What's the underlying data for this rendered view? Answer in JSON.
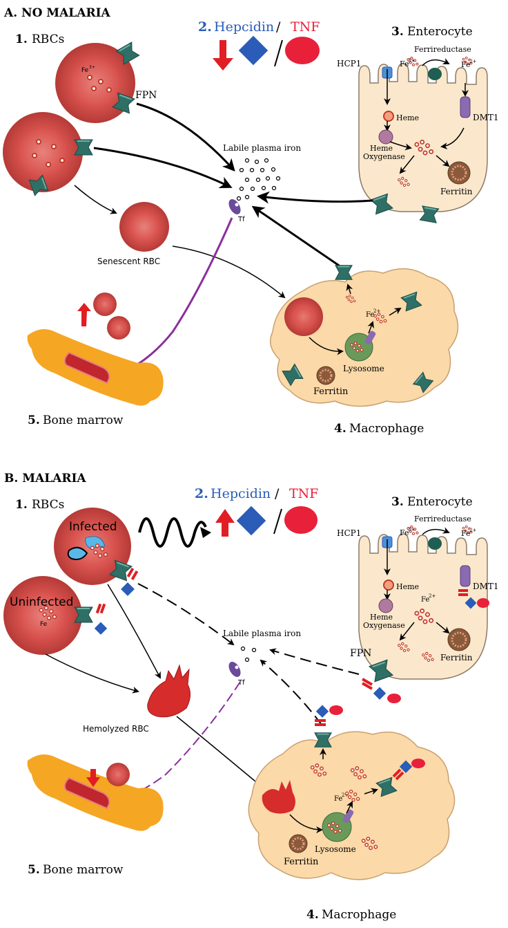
{
  "panel_a": {
    "title": "A. NO MALARIA",
    "rbcs_num": "1.",
    "rbcs_label": "RBCs",
    "hepcidin_num": "2.",
    "hepcidin_label": "Hepcidin",
    "slash": "/",
    "tnf_label": "TNF",
    "enterocyte_num": "3.",
    "enterocyte_label": "Enterocyte",
    "ferrireductase": "Ferrireductase",
    "hcp1": "HCP1",
    "fe3": "Fe",
    "fe3_sup": "3+",
    "fe2": "Fe",
    "fe2_sup": "2+",
    "heme": "Heme",
    "heme_oxygenase_1": "Heme",
    "heme_oxygenase_2": "Oxygenase",
    "dmt1": "DMT1",
    "ferritin_ent": "Ferritin",
    "fpn": "FPN",
    "rbc_fe": "Fe",
    "rbc_fe_sup": "3+",
    "labile": "Labile plasma iron",
    "tf": "Tf",
    "senescent": "Senescent RBC",
    "macro_fe": "Fe",
    "macro_fe_sup": "2+",
    "lysosome": "Lysosome",
    "ferritin_mac": "Ferritin",
    "macrophage_num": "4.",
    "macrophage_label": "Macrophage",
    "bone_num": "5.",
    "bone_label": "Bone marrow"
  },
  "panel_b": {
    "title": "B. MALARIA",
    "rbcs_num": "1.",
    "rbcs_label": "RBCs",
    "infected": "Infected",
    "uninfected": "Uninfected",
    "rbc_fe": "Fe",
    "hepcidin_num": "2.",
    "hepcidin_label": "Hepcidin",
    "slash": "/",
    "tnf_label": "TNF",
    "enterocyte_num": "3.",
    "enterocyte_label": "Enterocyte",
    "ferrireductase": "Ferrireductase",
    "hcp1": "HCP1",
    "fe3": "Fe",
    "fe3_sup": "3+",
    "fe2": "Fe",
    "fe2_sup": "2+",
    "heme": "Heme",
    "heme_oxygenase_1": "Heme",
    "heme_oxygenase_2": "Oxygenase",
    "dmt1": "DMT1",
    "ent_fe": "Fe",
    "ent_fe_sup": "2+",
    "ferritin_ent": "Ferritin",
    "fpn": "FPN",
    "labile": "Labile plasma iron",
    "tf": "Tf",
    "hemolyzed": "Hemolyzed RBC",
    "macro_fe": "Fe",
    "macro_fe_sup": "2+",
    "lysosome": "Lysosome",
    "ferritin_mac": "Ferritin",
    "macrophage_num": "4.",
    "macrophage_label": "Macrophage",
    "bone_num": "5.",
    "bone_label": "Bone marrow"
  },
  "colors": {
    "rbc": "#d9534f",
    "hepcidin_blue": "#2a5cb8",
    "tnf_red": "#e8203a",
    "arrow_red": "#e01e24",
    "purple": "#8a2e9c",
    "bone": "#f5a623",
    "cell": "#fbe3c0",
    "ferroportin": "#2e6f66"
  }
}
